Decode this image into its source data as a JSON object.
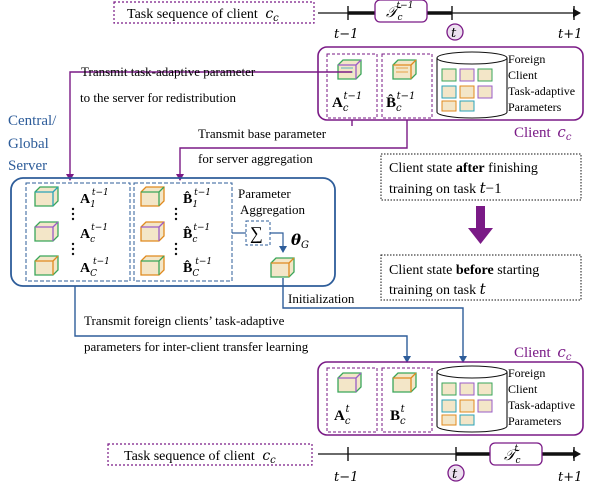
{
  "colors": {
    "purple": "#7a1a86",
    "blue": "#2e5d9a",
    "cube_green": "#3aa65a",
    "cube_teal": "#2aa3b8",
    "cube_orange": "#e08a1e",
    "cube_purple": "#9a5cc7",
    "cube_fill": "#f3e6c8"
  },
  "timeline_top": {
    "label": "Task sequence of client",
    "client_symbol": "c",
    "client_sub": "c",
    "task_symbol": "𝒯",
    "task_sub": "c",
    "task_sup": "t−1",
    "tick_prev": "t−1",
    "tick_now": "t",
    "tick_next": "t+1"
  },
  "timeline_bottom": {
    "label": "Task sequence of client",
    "client_symbol": "c",
    "client_sub": "c",
    "task_symbol": "𝒯",
    "task_sub": "c",
    "task_sup": "t",
    "tick_prev": "t−1",
    "tick_now": "t",
    "tick_next": "t+1"
  },
  "client_top": {
    "title": "Client",
    "title_sym": "c",
    "title_sub": "c",
    "A_sym": "A",
    "A_sub": "c",
    "A_sup": "t−1",
    "B_sym": "B̂",
    "B_sub": "c",
    "B_sup": "t−1",
    "foreign_lines": [
      "Foreign",
      "Client",
      "Task-adaptive",
      "Parameters"
    ]
  },
  "client_bottom": {
    "title": "Client",
    "title_sym": "c",
    "title_sub": "c",
    "A_sym": "A",
    "A_sub": "c",
    "A_sup": "t",
    "B_sym": "B",
    "B_sub": "c",
    "B_sup": "t",
    "foreign_lines": [
      "Foreign",
      "Client",
      "Task-adaptive",
      "Parameters"
    ]
  },
  "server": {
    "title_lines": [
      "Central/",
      "Global",
      "Server"
    ],
    "aggregation_lines": [
      "Parameter",
      "Aggregation"
    ],
    "sum_symbol": "∑",
    "theta_sym": "θ",
    "theta_sub": "G",
    "A_rows": [
      {
        "sym": "A",
        "sub": "1",
        "sup": "t−1"
      },
      {
        "sym": "A",
        "sub": "c",
        "sup": "t−1"
      },
      {
        "sym": "A",
        "sub": "C",
        "sup": "t−1"
      }
    ],
    "B_rows": [
      {
        "sym": "B̂",
        "sub": "1",
        "sup": "t−1"
      },
      {
        "sym": "B̂",
        "sub": "c",
        "sup": "t−1"
      },
      {
        "sym": "B̂",
        "sub": "C",
        "sup": "t−1"
      }
    ]
  },
  "arrows": {
    "transmit_task_adaptive": [
      "Transmit task-adaptive parameter",
      "to the server for redistribution"
    ],
    "transmit_base": [
      "Transmit base parameter",
      "for server aggregation"
    ],
    "initialization": "Initialization",
    "transmit_foreign": [
      "Transmit foreign clients’ task-adaptive",
      "parameters for inter-client transfer learning"
    ]
  },
  "state_after": {
    "prefix": "Client state ",
    "bold": "after",
    "suffix": " finishing",
    "line2": "training on task ",
    "task_sym": "t",
    "task_rest": "−1"
  },
  "state_before": {
    "prefix": "Client state ",
    "bold": "before",
    "suffix": " starting",
    "line2": "training on task ",
    "task_sym": "t",
    "task_rest": ""
  }
}
